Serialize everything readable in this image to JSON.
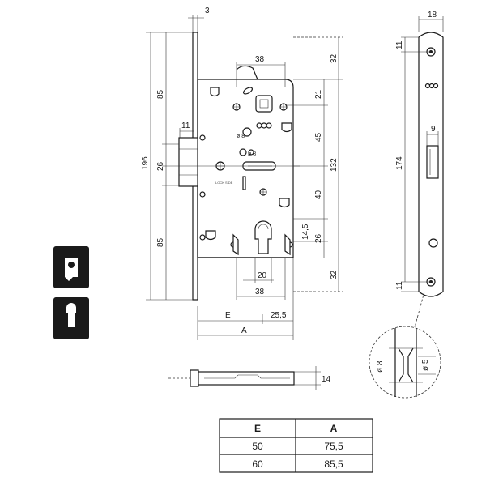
{
  "colors": {
    "line": "#1a1a1a",
    "dim": "#333333",
    "background": "#ffffff",
    "icon_bg": "#111111"
  },
  "dims": {
    "plate_thickness": "3",
    "total_height": "196",
    "upper_section": "85",
    "follower_window": "26",
    "lower_section": "85",
    "latch_offset": "11",
    "top_width": "38",
    "top_margin": "32",
    "upper_gap": "21",
    "spindle_to_cyl": "45",
    "body_height": "132",
    "cyl_gap": "40",
    "cyl_pin": "14,5",
    "cyl_lower": "26",
    "bottom_margin": "32",
    "cyl_inner": "20",
    "bottom_width": "38",
    "backset_label": "E",
    "case_depth": "25,5",
    "total_label": "A",
    "faceplate_width": "18",
    "fp_top_screw": "11",
    "faceplate_height": "174",
    "latch_width": "9",
    "fp_bottom_screw": "11",
    "follower_diam": "8",
    "hole_outer": "ø 8",
    "hole_inner": "ø 5",
    "bolt_height": "14"
  },
  "body_text": {
    "small_a": "ø 8",
    "small_b": "ø 8",
    "small_c": "LOCK SIDE"
  },
  "table": {
    "headers": [
      "E",
      "A"
    ],
    "rows": [
      [
        "50",
        "75,5"
      ],
      [
        "60",
        "85,5"
      ]
    ]
  },
  "icons": [
    {
      "name": "bathroom-bolt-follower-icon"
    },
    {
      "name": "euro-cylinder-keyhole-icon"
    }
  ]
}
